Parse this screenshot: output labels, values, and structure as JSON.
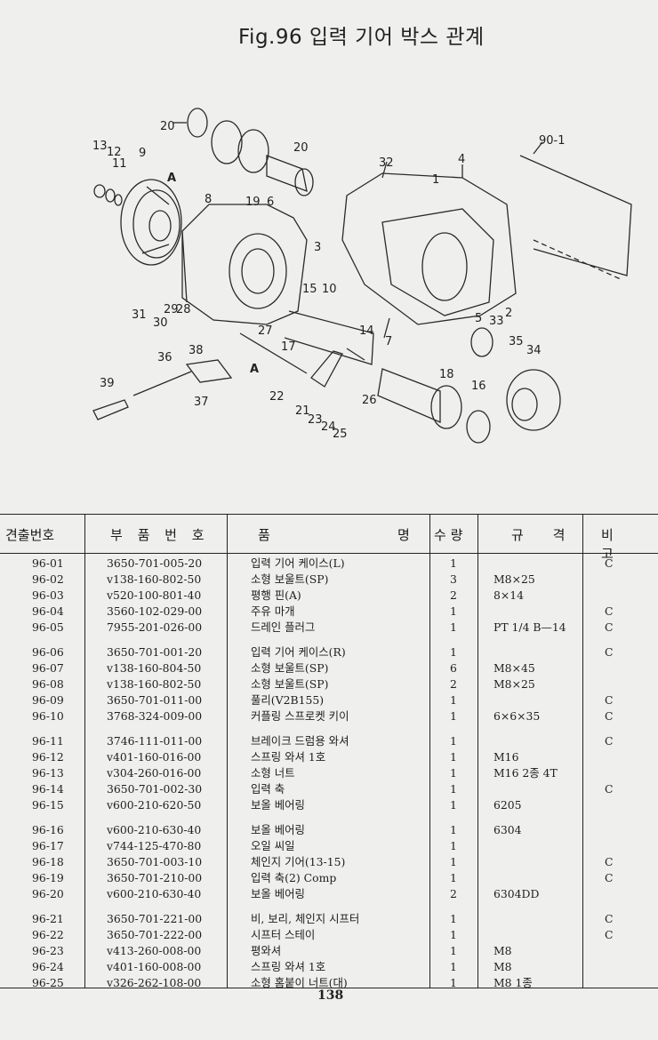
{
  "title": "Fig.96 입력 기어 박스 관계",
  "callouts": [
    "20",
    "13",
    "12",
    "11",
    "9",
    "A",
    "8",
    "19",
    "6",
    "20",
    "90-1",
    "32",
    "4",
    "1",
    "3",
    "2",
    "31",
    "30",
    "29",
    "28",
    "15",
    "10",
    "5",
    "33",
    "27",
    "35",
    "34",
    "38",
    "17",
    "14",
    "7",
    "36",
    "A",
    "18",
    "39",
    "16",
    "37",
    "22",
    "21",
    "23",
    "24",
    "25",
    "26"
  ],
  "table": {
    "headers": [
      "견출번호",
      "부 품 번 호",
      "품",
      "명",
      "수 량",
      "규 격",
      "비 고"
    ],
    "rows": [
      {
        "no": "96-01",
        "part": "3650-701-005-20",
        "name": "입력 기어 케이스(L)",
        "qty": "1",
        "spec": "",
        "note": "C"
      },
      {
        "no": "96-02",
        "part": "v138-160-802-50",
        "name": "소형 보울트(SP)",
        "qty": "3",
        "spec": "M8×25",
        "note": ""
      },
      {
        "no": "96-03",
        "part": "v520-100-801-40",
        "name": "평행 핀(A)",
        "qty": "2",
        "spec": "8×14",
        "note": ""
      },
      {
        "no": "96-04",
        "part": "3560-102-029-00",
        "name": "주유 마개",
        "qty": "1",
        "spec": "",
        "note": "C"
      },
      {
        "no": "96-05",
        "part": "7955-201-026-00",
        "name": "드레인 플러그",
        "qty": "1",
        "spec": "PT 1/4 B—14",
        "note": "C"
      },
      {
        "no": "96-06",
        "part": "3650-701-001-20",
        "name": "입력 기어 케이스(R)",
        "qty": "1",
        "spec": "",
        "note": "C"
      },
      {
        "no": "96-07",
        "part": "v138-160-804-50",
        "name": "소형 보울트(SP)",
        "qty": "6",
        "spec": "M8×45",
        "note": ""
      },
      {
        "no": "96-08",
        "part": "v138-160-802-50",
        "name": "소형 보울트(SP)",
        "qty": "2",
        "spec": "M8×25",
        "note": ""
      },
      {
        "no": "96-09",
        "part": "3650-701-011-00",
        "name": "풀리(V2B155)",
        "qty": "1",
        "spec": "",
        "note": "C"
      },
      {
        "no": "96-10",
        "part": "3768-324-009-00",
        "name": "커플링 스프로켓 키이",
        "qty": "1",
        "spec": "6×6×35",
        "note": "C"
      },
      {
        "no": "96-11",
        "part": "3746-111-011-00",
        "name": "브레이크 드럼용 와셔",
        "qty": "1",
        "spec": "",
        "note": "C"
      },
      {
        "no": "96-12",
        "part": "v401-160-016-00",
        "name": "스프링 와셔 1호",
        "qty": "1",
        "spec": "M16",
        "note": ""
      },
      {
        "no": "96-13",
        "part": "v304-260-016-00",
        "name": "소형 너트",
        "qty": "1",
        "spec": "M16 2종 4T",
        "note": ""
      },
      {
        "no": "96-14",
        "part": "3650-701-002-30",
        "name": "입력 축",
        "qty": "1",
        "spec": "",
        "note": "C"
      },
      {
        "no": "96-15",
        "part": "v600-210-620-50",
        "name": "보올 베어링",
        "qty": "1",
        "spec": "6205",
        "note": ""
      },
      {
        "no": "96-16",
        "part": "v600-210-630-40",
        "name": "보올 베어링",
        "qty": "1",
        "spec": "6304",
        "note": ""
      },
      {
        "no": "96-17",
        "part": "v744-125-470-80",
        "name": "오일 씨일",
        "qty": "1",
        "spec": "",
        "note": ""
      },
      {
        "no": "96-18",
        "part": "3650-701-003-10",
        "name": "체인지 기어(13-15)",
        "qty": "1",
        "spec": "",
        "note": "C"
      },
      {
        "no": "96-19",
        "part": "3650-701-210-00",
        "name": "입력 축(2) Comp",
        "qty": "1",
        "spec": "",
        "note": "C"
      },
      {
        "no": "96-20",
        "part": "v600-210-630-40",
        "name": "보올 베어링",
        "qty": "2",
        "spec": "6304DD",
        "note": ""
      },
      {
        "no": "96-21",
        "part": "3650-701-221-00",
        "name": "비, 보리, 체인지 시프터",
        "qty": "1",
        "spec": "",
        "note": "C"
      },
      {
        "no": "96-22",
        "part": "3650-701-222-00",
        "name": "시프터 스테이",
        "qty": "1",
        "spec": "",
        "note": "C"
      },
      {
        "no": "96-23",
        "part": "v413-260-008-00",
        "name": "평와셔",
        "qty": "1",
        "spec": "M8",
        "note": ""
      },
      {
        "no": "96-24",
        "part": "v401-160-008-00",
        "name": "스프링 와셔 1호",
        "qty": "1",
        "spec": "M8",
        "note": ""
      },
      {
        "no": "96-25",
        "part": "v326-262-108-00",
        "name": "소형 홈붙이 너트(대)",
        "qty": "1",
        "spec": "M8 1종",
        "note": ""
      }
    ]
  },
  "page_number": "138"
}
